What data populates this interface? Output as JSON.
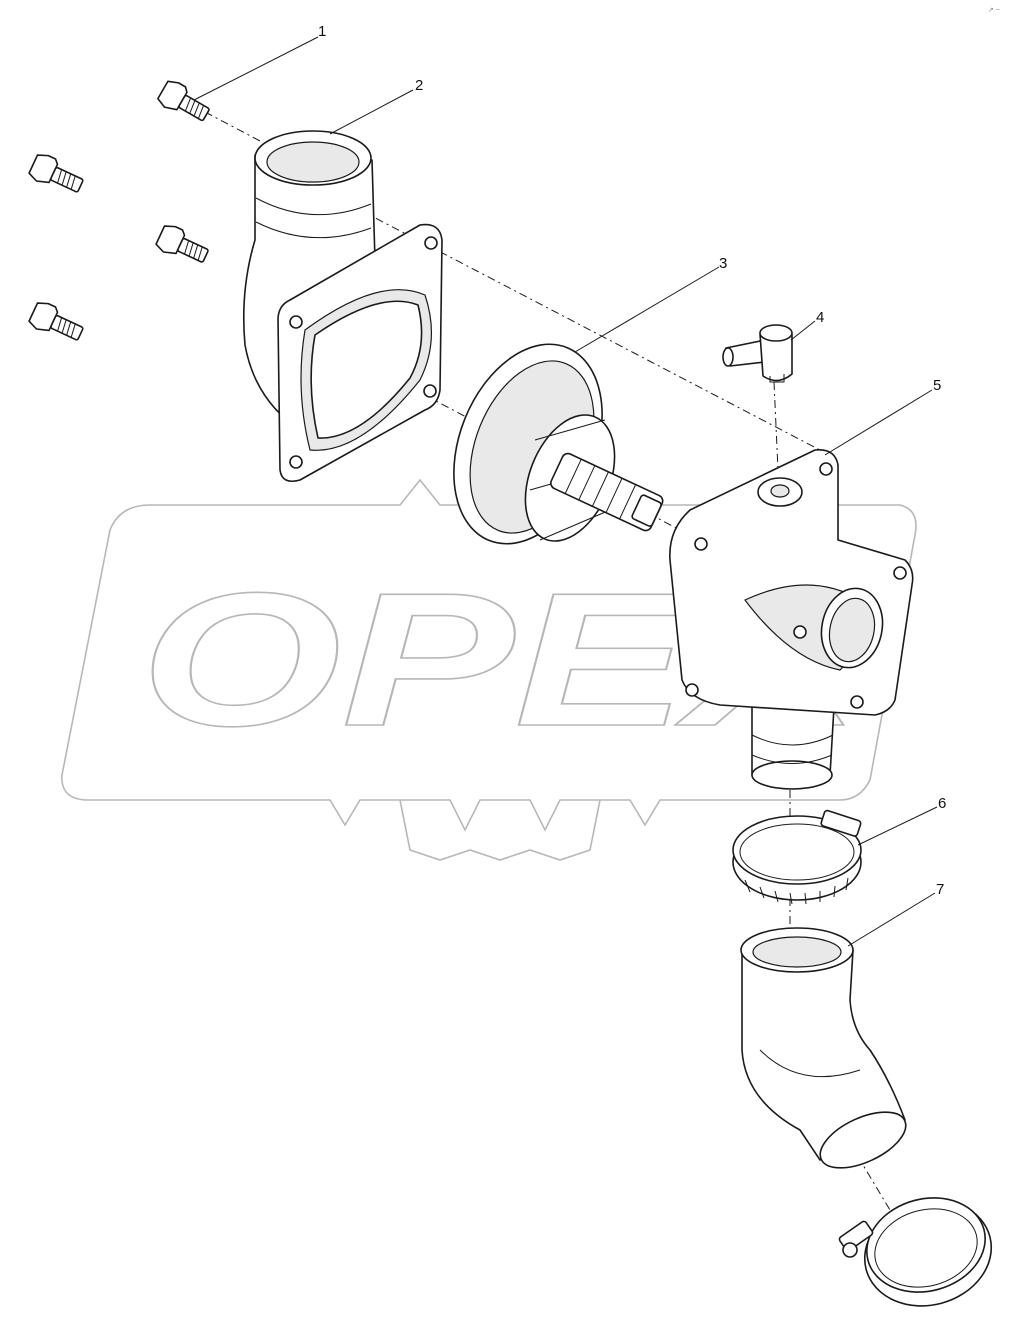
{
  "watermark": {
    "text": "OPEX"
  },
  "corner_tag": {
    "text": "↗ ~"
  },
  "callouts": [
    {
      "id": "1",
      "label": "1"
    },
    {
      "id": "2",
      "label": "2"
    },
    {
      "id": "3",
      "label": "3"
    },
    {
      "id": "4",
      "label": "4"
    },
    {
      "id": "5",
      "label": "5"
    },
    {
      "id": "6",
      "label": "6"
    },
    {
      "id": "7",
      "label": "7"
    }
  ],
  "colors": {
    "line": "#1a1a1a",
    "watermark": "#b7b7b7",
    "background": "#ffffff"
  }
}
